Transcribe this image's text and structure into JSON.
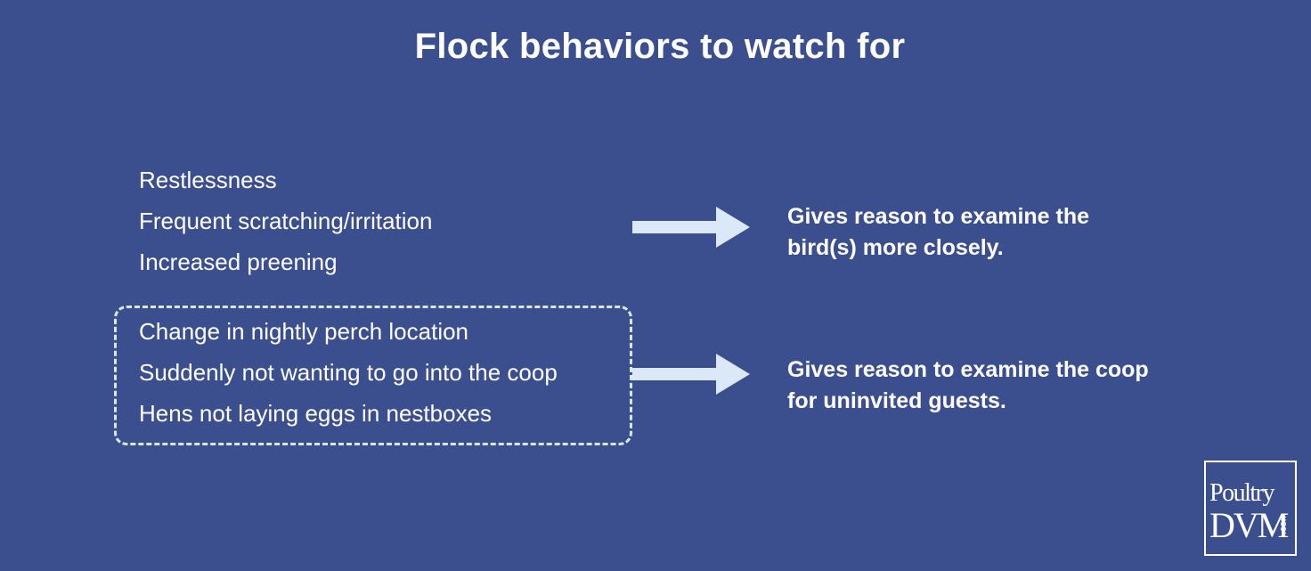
{
  "title": "Flock behaviors to watch for",
  "groups": [
    {
      "behaviors": [
        "Restlessness",
        "Frequent scratching/irritation",
        "Increased preening"
      ],
      "result": [
        "Gives reason to examine the",
        "bird(s) more closely."
      ]
    },
    {
      "behaviors": [
        "Change in nightly perch location",
        "Suddenly not wanting to go into the coop",
        "Hens not laying eggs in nestboxes"
      ],
      "result": [
        "Gives reason to examine the coop",
        "for uninvited guests."
      ]
    }
  ],
  "logo": {
    "line1": "Poultry",
    "line2": "DVM",
    "suffix": ".com"
  },
  "colors": {
    "background": "#3b4f8e",
    "text": "#ffffff",
    "arrow": "#dbe8f7",
    "dashed_border": "#dbe8f7"
  }
}
